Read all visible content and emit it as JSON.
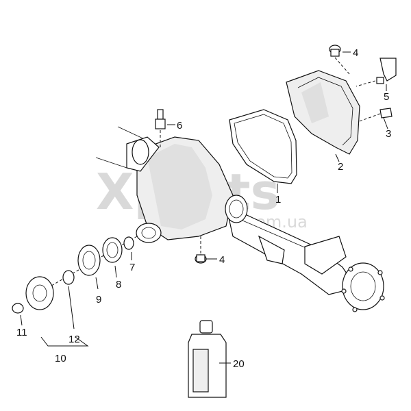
{
  "watermark": {
    "brand": "Xparts",
    "domain": "com.ua"
  },
  "callouts": {
    "c1": "1",
    "c2": "2",
    "c3": "3",
    "c4a": "4",
    "c4b": "4",
    "c5": "5",
    "c6": "6",
    "c7": "7",
    "c8": "8",
    "c9": "9",
    "c10": "10",
    "c11": "11",
    "c12": "12",
    "c20": "20"
  }
}
